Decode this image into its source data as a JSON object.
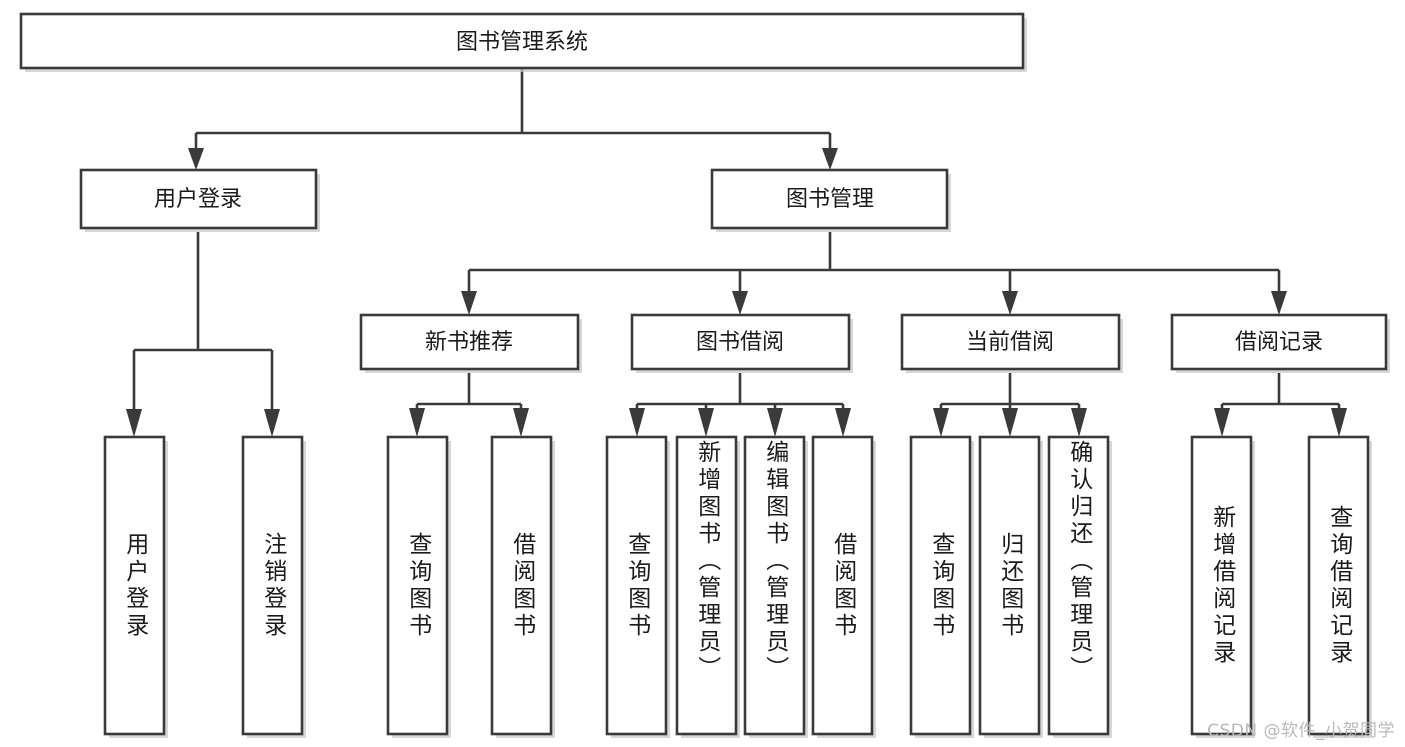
{
  "diagram": {
    "type": "tree-hierarchy",
    "title": "图书管理系统",
    "orientation": "top-down",
    "colors": {
      "box_stroke": "#3a3a3a",
      "box_fill": "#ffffff",
      "connector": "#3a3a3a",
      "label_text": "#1b1b1b",
      "watermark_text": "#b9b9b9",
      "background": "#ffffff"
    },
    "root": {
      "label": "图书管理系统"
    },
    "level2": [
      {
        "id": "user-login",
        "label": "用户登录"
      },
      {
        "id": "book-management",
        "label": "图书管理"
      }
    ],
    "level3": [
      {
        "id": "new-book-recommend",
        "label": "新书推荐",
        "parent": "book-management"
      },
      {
        "id": "book-borrow",
        "label": "图书借阅",
        "parent": "book-management"
      },
      {
        "id": "current-borrow",
        "label": "当前借阅",
        "parent": "book-management"
      },
      {
        "id": "borrow-record",
        "label": "借阅记录",
        "parent": "book-management"
      }
    ],
    "leaves": [
      {
        "id": "leaf-user-login",
        "label": "用户登录",
        "parent": "user-login"
      },
      {
        "id": "leaf-logout-login",
        "label": "注销登录",
        "parent": "user-login"
      },
      {
        "id": "leaf-query-book-1",
        "label": "查询图书",
        "parent": "new-book-recommend"
      },
      {
        "id": "leaf-borrow-book-1",
        "label": "借阅图书",
        "parent": "new-book-recommend"
      },
      {
        "id": "leaf-query-book-2",
        "label": "查询图书",
        "parent": "book-borrow"
      },
      {
        "id": "leaf-add-book",
        "label": "新增图书（管理员）",
        "parent": "book-borrow"
      },
      {
        "id": "leaf-edit-book",
        "label": "编辑图书（管理员）",
        "parent": "book-borrow"
      },
      {
        "id": "leaf-borrow-book-2",
        "label": "借阅图书",
        "parent": "book-borrow"
      },
      {
        "id": "leaf-query-book-3",
        "label": "查询图书",
        "parent": "current-borrow"
      },
      {
        "id": "leaf-return-book",
        "label": "归还图书",
        "parent": "current-borrow"
      },
      {
        "id": "leaf-confirm-return",
        "label": "确认归还（管理员）",
        "parent": "current-borrow"
      },
      {
        "id": "leaf-add-record",
        "label": "新增借阅记录",
        "parent": "borrow-record"
      },
      {
        "id": "leaf-query-record",
        "label": "查询借阅记录",
        "parent": "borrow-record"
      }
    ],
    "watermark": "CSDN @软件_小贺同学"
  }
}
